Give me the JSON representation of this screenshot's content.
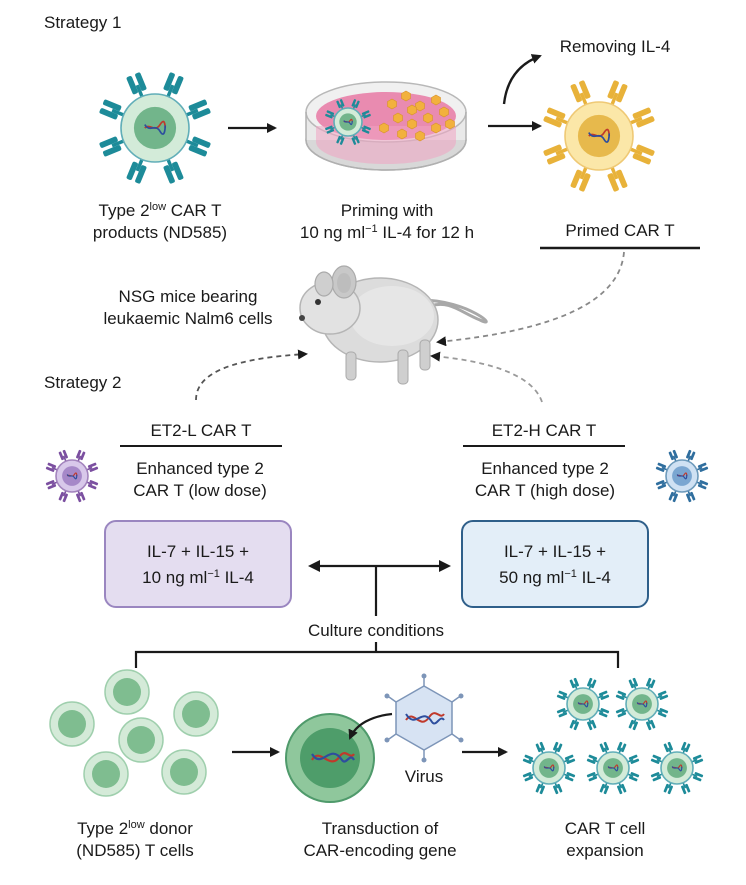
{
  "strategy1": {
    "heading": "Strategy 1",
    "removing": "Removing IL-4",
    "cart_label": {
      "line1_pre": "Type 2",
      "line1_sup": "low",
      "line1_post": " CAR T",
      "line2": "products (ND585)"
    },
    "priming": {
      "line1": "Priming with",
      "line2_pre": "10 ng ml",
      "line2_sup": "−1",
      "line2_post": " IL-4 for 12 h"
    },
    "primed": "Primed CAR T"
  },
  "mouse_label": {
    "line1": "NSG mice bearing",
    "line2": "leukaemic Nalm6 cells"
  },
  "strategy2": {
    "heading": "Strategy 2",
    "low": {
      "title": "ET2-L CAR T",
      "line1": "Enhanced type 2",
      "line2": "CAR T (low dose)",
      "box1": "IL-7 + IL-15 +",
      "box2_pre": "10 ng ml",
      "box2_sup": "−1",
      "box2_post": " IL-4"
    },
    "high": {
      "title": "ET2-H CAR T",
      "line1": "Enhanced type 2",
      "line2": "CAR T (high dose)",
      "box1": "IL-7 + IL-15 +",
      "box2_pre": "50 ng ml",
      "box2_sup": "−1",
      "box2_post": " IL-4"
    },
    "culture": "Culture conditions"
  },
  "bottom": {
    "donor": {
      "line1_pre": "Type 2",
      "line1_sup": "low",
      "line1_post": " donor",
      "line2": "(ND585) T cells"
    },
    "virus": "Virus",
    "transduction": {
      "line1": "Transduction of",
      "line2": "CAR-encoding gene"
    },
    "expansion": {
      "line1": "CAR T cell",
      "line2": "expansion"
    }
  },
  "colors": {
    "teal": "#1d8b99",
    "gold": "#e8b23a",
    "purple": "#7b4fa0",
    "blue": "#2f6e9e",
    "green": "#5fae7c",
    "cell_green": "#cde8d2",
    "dish_pink": "#e98bb0",
    "box_low_fill": "#e4ddf0",
    "box_low_border": "#9a86c0",
    "box_high_fill": "#e3eef8",
    "box_high_border": "#2f5f8a"
  }
}
